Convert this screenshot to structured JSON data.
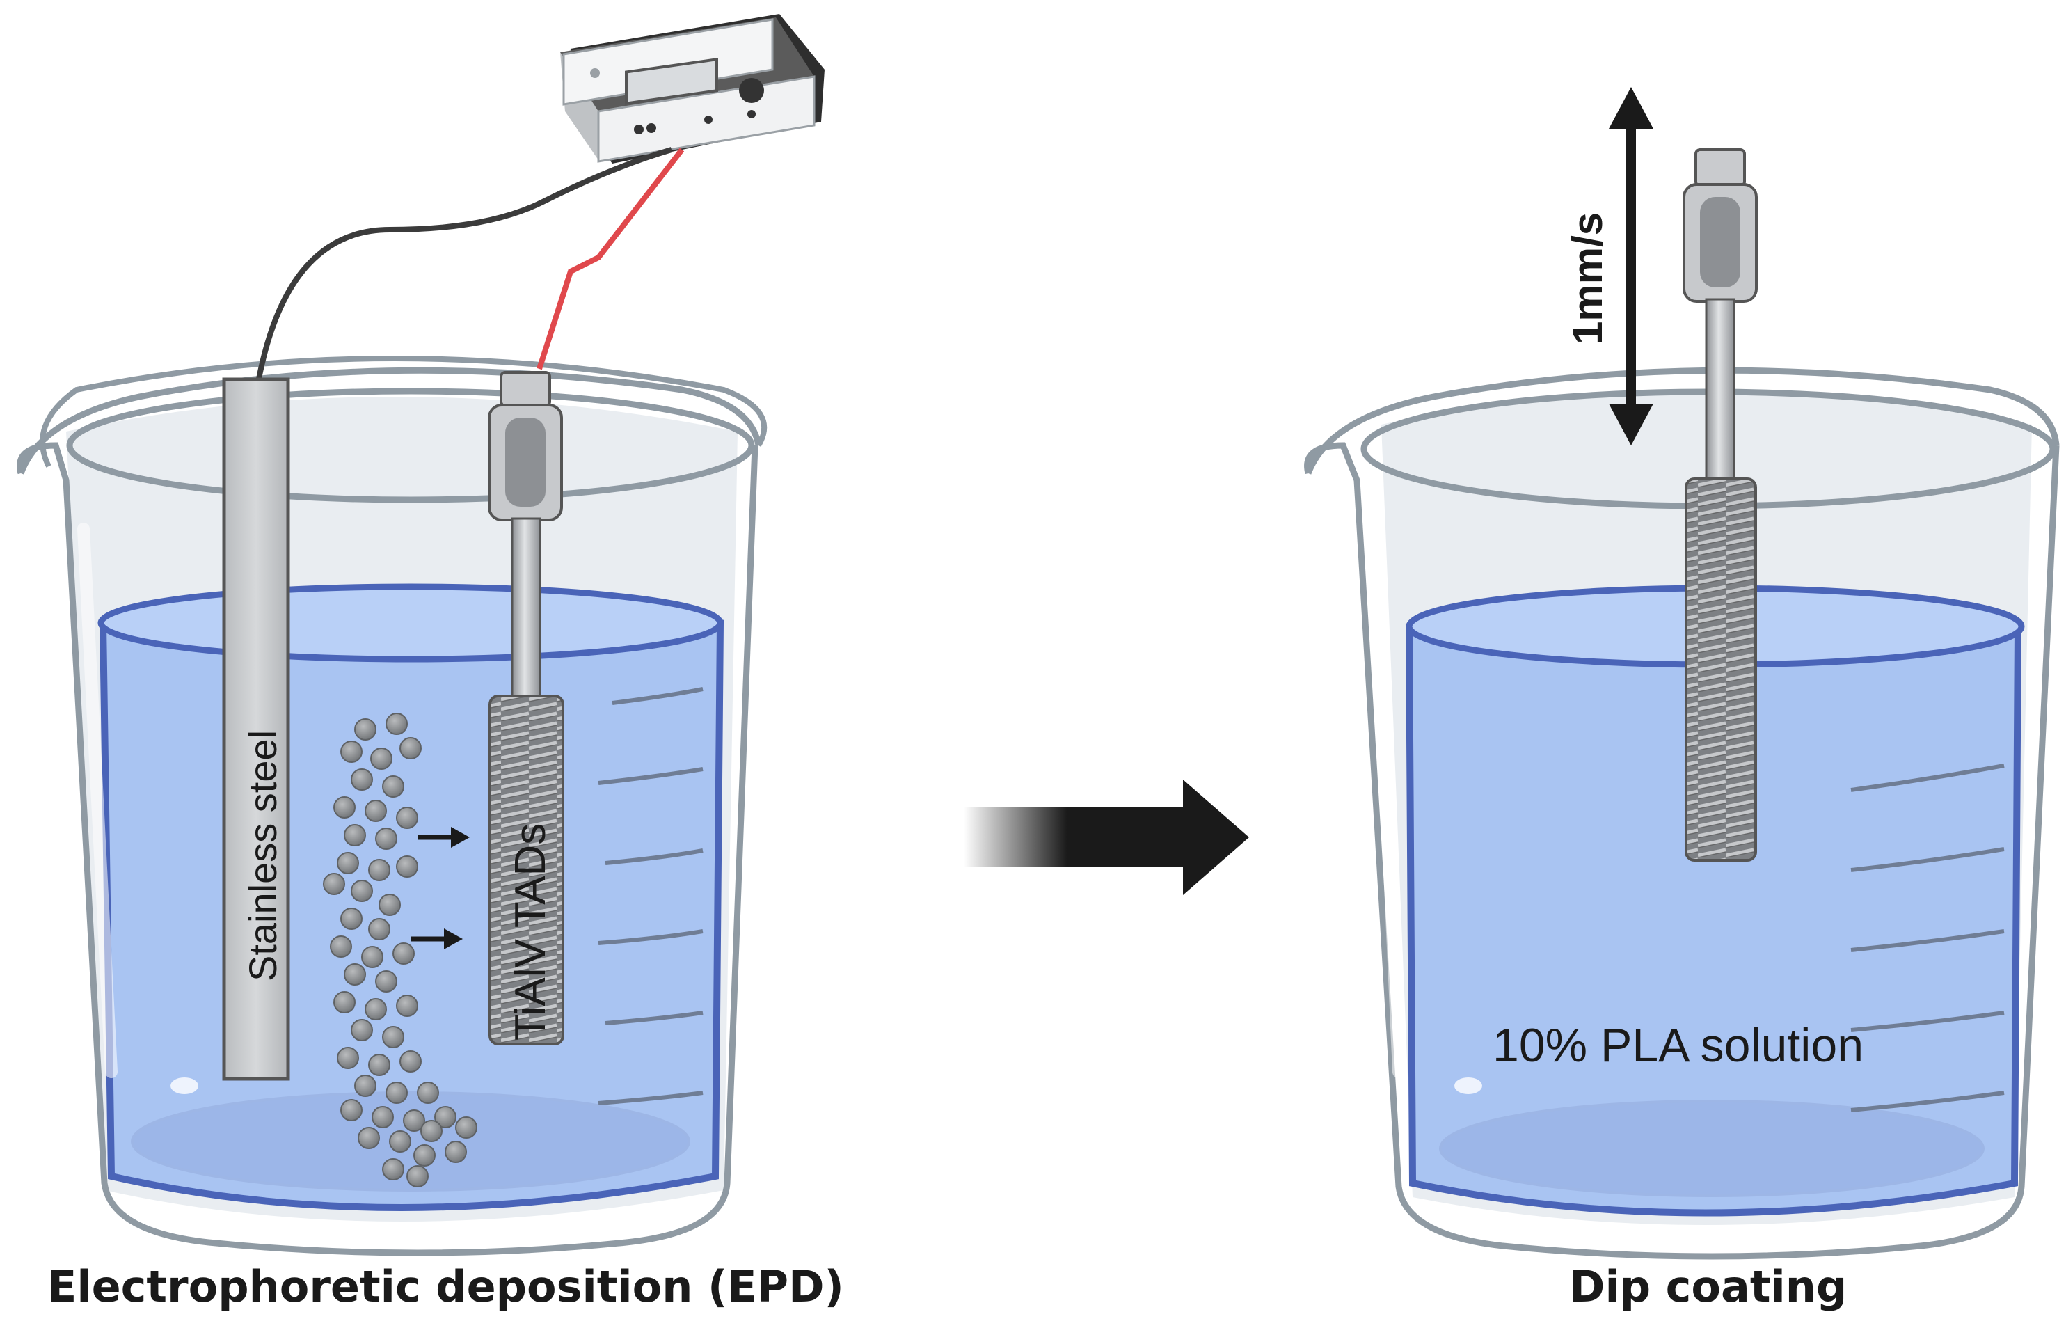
{
  "labels": {
    "stainless_steel": "Stainless steel",
    "implant": "TiAlV TADs",
    "speed": "1mm/s",
    "solution": "10% PLA solution"
  },
  "captions": {
    "left": "Electrophoretic deposition (EPD)",
    "right": "Dip coating"
  },
  "colors": {
    "liquid": "#a9c4f2",
    "liquid_edge": "#4a64b8",
    "glass": "#e6eaee",
    "glass_edge": "#8f9aa3",
    "metal": "#b7b9bc",
    "wire_black": "#3b3b3b",
    "wire_red": "#e0484c",
    "arrow": "#1a1a1a"
  },
  "icons": [
    "power-supply-icon",
    "beaker-icon",
    "electrode-icon",
    "screw-implant-icon",
    "process-arrow-icon",
    "double-arrow-icon"
  ]
}
